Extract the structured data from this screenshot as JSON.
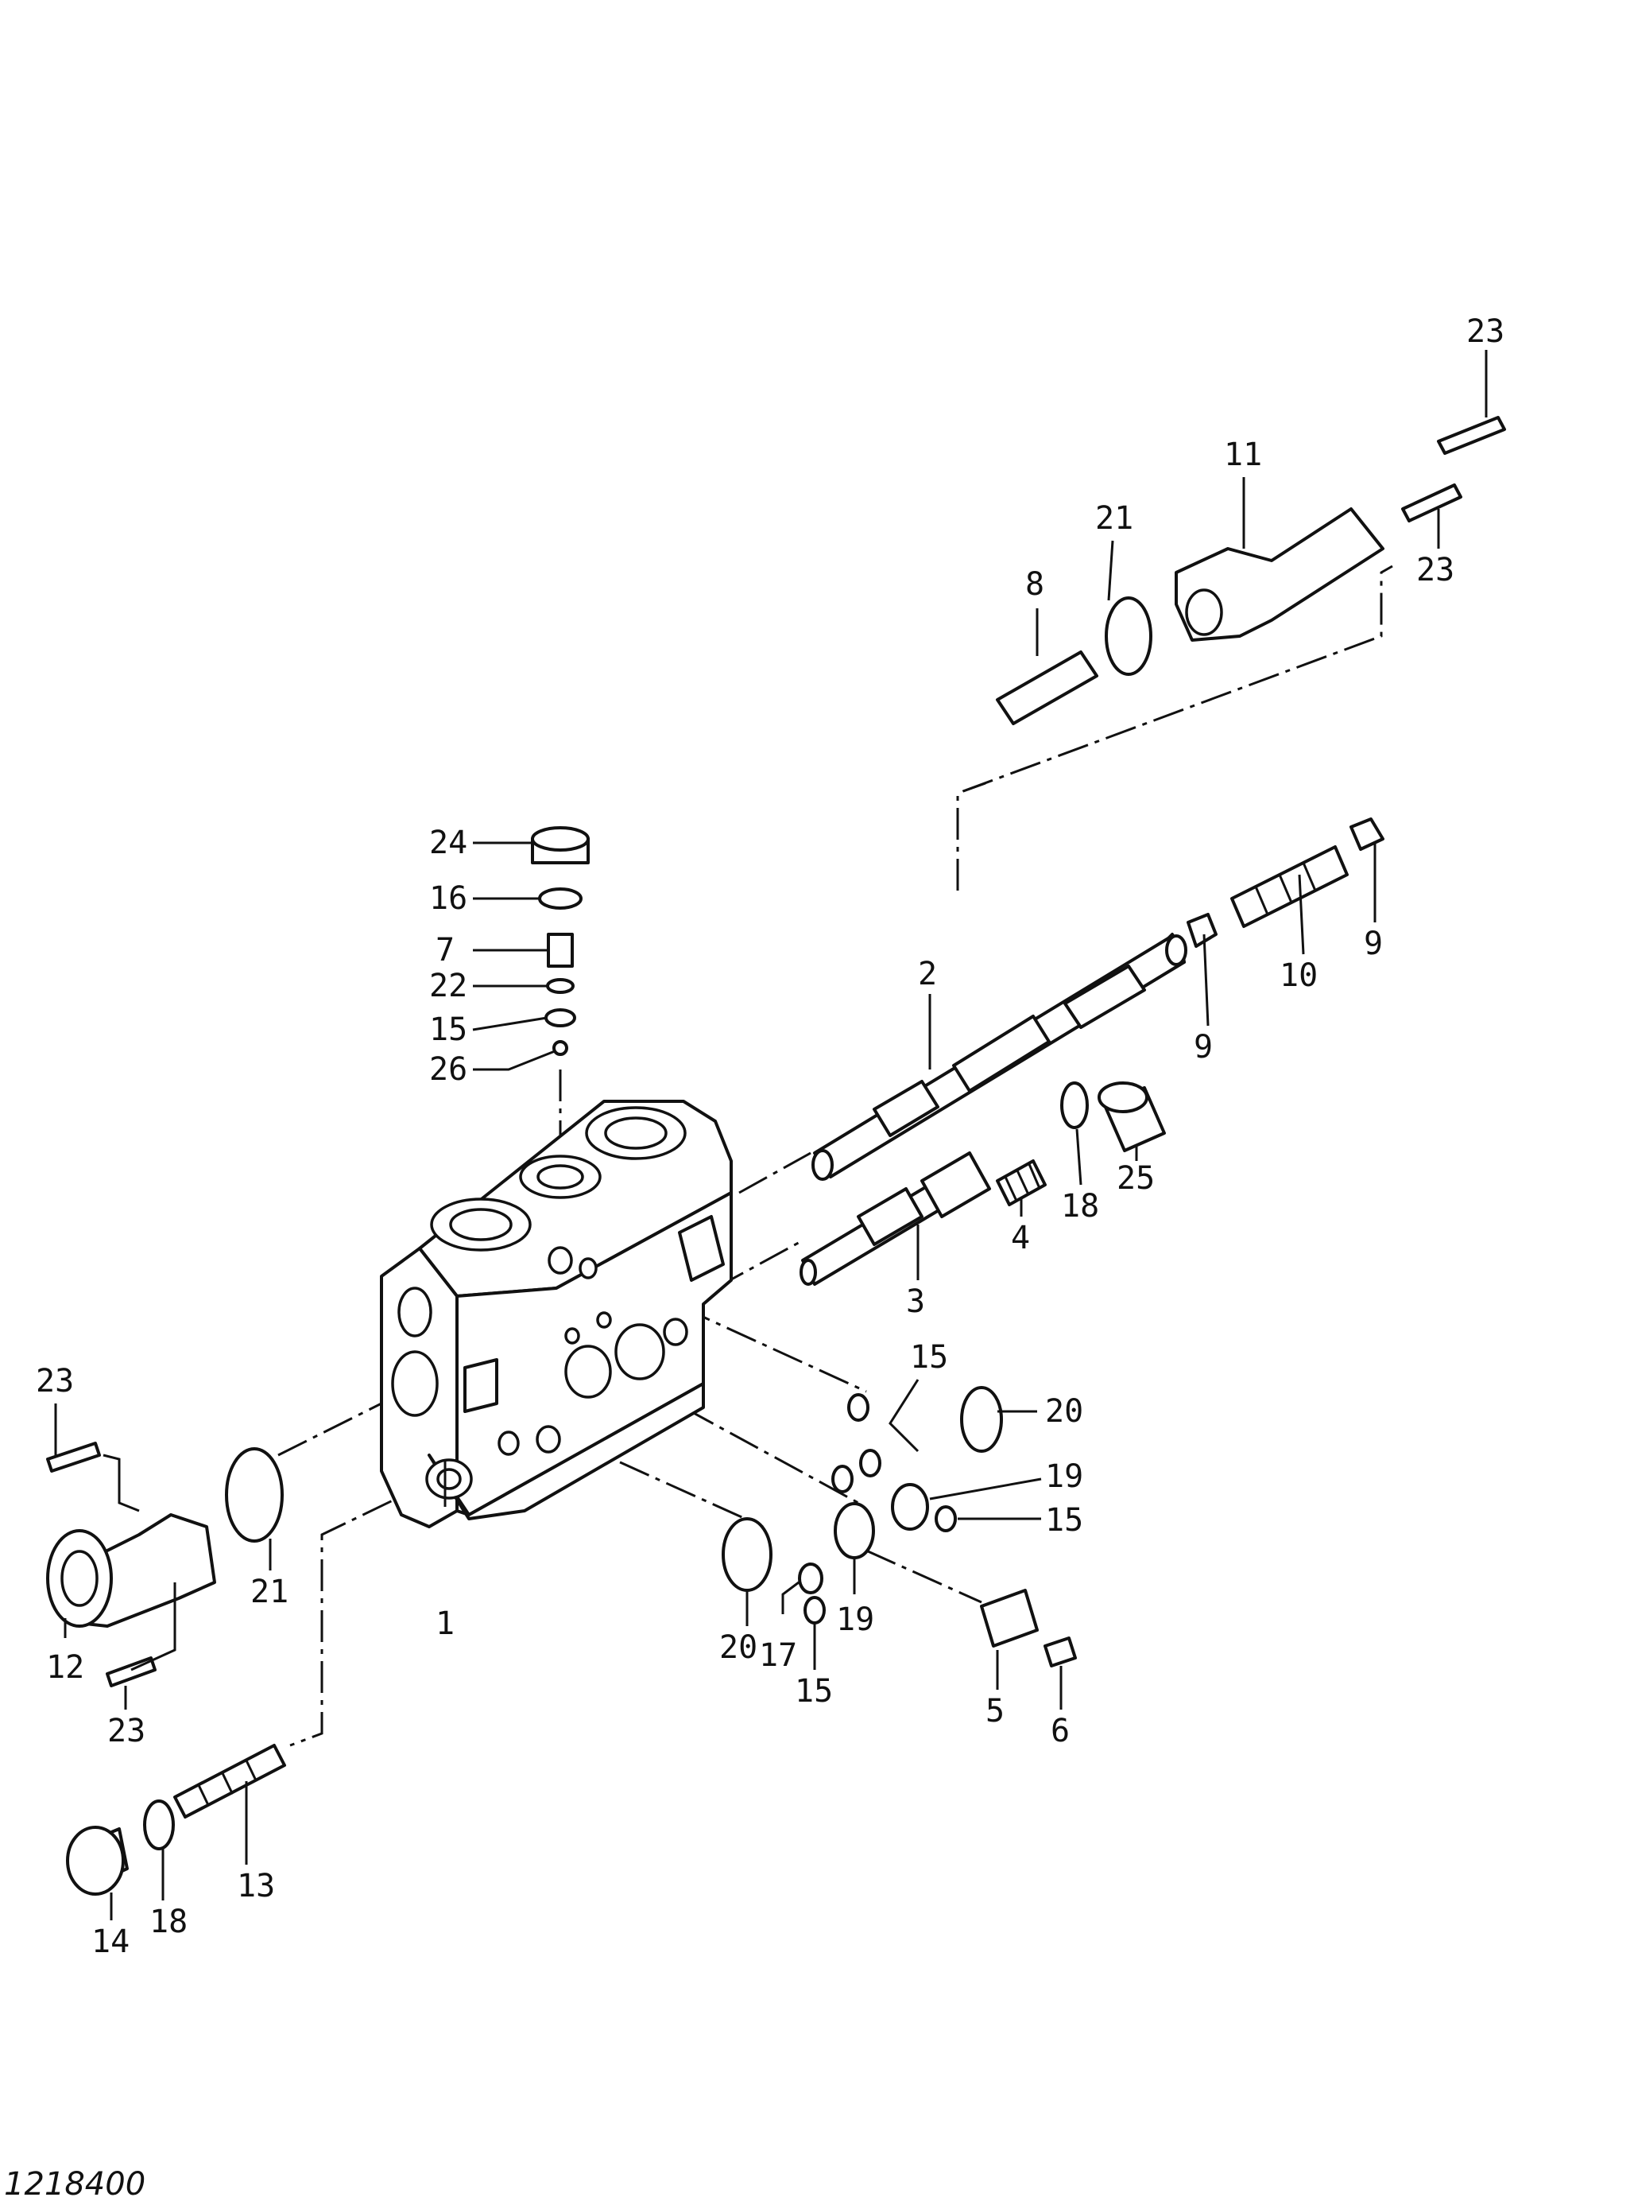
{
  "figure_id": "1218400",
  "callouts": {
    "c1": "1",
    "c2": "2",
    "c3": "3",
    "c4": "4",
    "c5": "5",
    "c6": "6",
    "c7": "7",
    "c8": "8",
    "c9a": "9",
    "c9b": "9",
    "c10": "10",
    "c11": "11",
    "c12": "12",
    "c13": "13",
    "c14": "14",
    "c15a": "15",
    "c15b": "15",
    "c15c": "15",
    "c15d": "15",
    "c16": "16",
    "c17": "17",
    "c18a": "18",
    "c18b": "18",
    "c19a": "19",
    "c19b": "19",
    "c20a": "20",
    "c20b": "20",
    "c21a": "21",
    "c21b": "21",
    "c22": "22",
    "c23a": "23",
    "c23b": "23",
    "c23c": "23",
    "c23d": "23",
    "c24": "24",
    "c25": "25",
    "c26": "26"
  }
}
